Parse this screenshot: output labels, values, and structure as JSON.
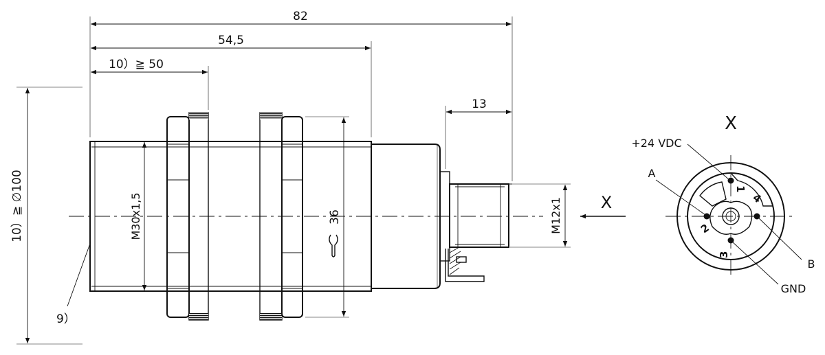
{
  "dimensions": {
    "overall_length": "82",
    "length_to_nut": "54,5",
    "min_length": "10）≧ 50",
    "connector_length": "13",
    "nut_width": "36",
    "thread_main": "M30x1,5",
    "thread_connector": "M12x1",
    "clearance_diameter": "10）≧ ∅100"
  },
  "notes": {
    "note_9": "9）"
  },
  "view": {
    "arrow_label": "X",
    "detail_title": "X"
  },
  "pins": {
    "p1": "1",
    "p2": "2",
    "p3": "3",
    "p4": "4"
  },
  "pin_labels": {
    "plus24": "+24 VDC",
    "a": "A",
    "b": "B",
    "gnd": "GND"
  },
  "colors": {
    "line": "#111111",
    "background": "#ffffff"
  }
}
